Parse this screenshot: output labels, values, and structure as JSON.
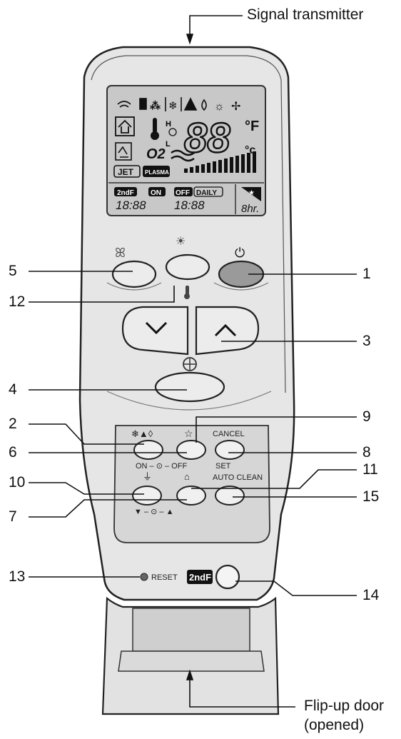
{
  "captions": {
    "signal_transmitter": "Signal transmitter",
    "flip_up_door_line1": "Flip-up door",
    "flip_up_door_line2": "(opened)"
  },
  "callouts": [
    "5",
    "12",
    "1",
    "3",
    "4",
    "2",
    "9",
    "6",
    "8",
    "10",
    "11",
    "7",
    "15",
    "13",
    "14"
  ],
  "lcd": {
    "digits": "88",
    "unit_f": "°F",
    "unit_c": "°c",
    "o2": "O2",
    "jet": "JET",
    "plasma": "PLASMA",
    "second_f": "2ndF",
    "on": "ON",
    "off": "OFF",
    "daily": "DAILY",
    "time_on": "18:88",
    "time_off": "18:88",
    "hours": "8hr.",
    "fan_high": "H",
    "fan_low": "L"
  },
  "panel": {
    "cancel": "CANCEL",
    "set": "SET",
    "on_off_row": "ON – ⊙ – OFF",
    "auto_clean": "AUTO CLEAN",
    "reset": "RESET",
    "second_f_key": "2ndF",
    "timer_row": "▼ – ⊙ – ▲"
  },
  "colors": {
    "body": "#e8e8e8",
    "lcd": "#c9c9c9",
    "power_button": "#9a9a9a",
    "outline": "#222222"
  }
}
